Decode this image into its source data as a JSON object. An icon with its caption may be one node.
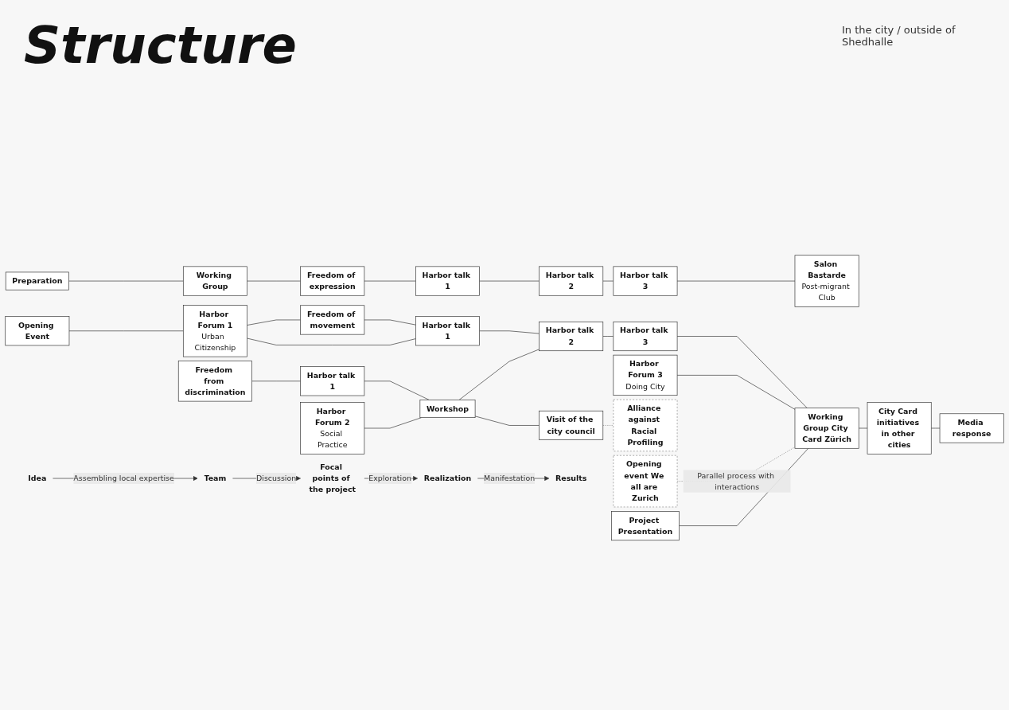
{
  "diagram": {
    "title": "Structure",
    "nodes": [
      {
        "text": [
          "Opening event We all are Zurich"
        ]
      },
      {
        "text": [
          "Opening Event"
        ]
      },
      {
        "text": [
          "Harbor Forum 1",
          "Urban  Citizenship"
        ]
      },
      {
        "text": [
          "Harbor Forum 2",
          "Social Practice"
        ]
      },
      {
        "text": [
          "Harbor Forum 3",
          "Doing City"
        ]
      },
      {
        "text": [
          "Project Presentation"
        ]
      },
      {
        "text": [
          "Freedom from discrimination"
        ]
      },
      {
        "text": [
          "Harbor talk 1"
        ]
      },
      {
        "text": [
          "Workshop"
        ]
      },
      {
        "text": [
          "Visit of the city council"
        ]
      },
      {
        "text": [
          "Alliance against Racial Profiling"
        ]
      },
      {
        "text": [
          "Preparation"
        ]
      },
      {
        "text": [
          "Working Group"
        ]
      },
      {
        "text": [
          "Freedom of expression"
        ]
      },
      {
        "text": [
          "Harbor talk 1"
        ]
      },
      {
        "text": [
          "Harbor talk 2"
        ]
      },
      {
        "text": [
          "Harbor talk 3"
        ]
      },
      {
        "text": [
          "Salon Bastarde",
          "Post-migrant Club"
        ]
      },
      {
        "text": [
          "Freedom of movement"
        ]
      },
      {
        "text": [
          "Harbor talk 1"
        ]
      },
      {
        "text": [
          "Harbor talk 2"
        ]
      },
      {
        "text": [
          "Harbor talk 3"
        ]
      },
      {
        "text": [
          "Working Group City Card Zürich"
        ]
      },
      {
        "text": [
          "City Card initiatives in other cities"
        ]
      },
      {
        "text": [
          "Media response"
        ]
      },
      {
        "text": [
          "Idea"
        ]
      },
      {
        "text": [
          "Team"
        ]
      },
      {
        "text": [
          "Focal points of the project"
        ]
      },
      {
        "text": [
          "Realization"
        ]
      },
      {
        "text": [
          "Results"
        ]
      }
    ],
    "edges": [
      {
        "from": 1,
        "to": 2,
        "arrow": "none"
      },
      {
        "from": 11,
        "to": 12,
        "arrow": "none"
      },
      {
        "from": 12,
        "to": 13,
        "arrow": "none"
      },
      {
        "from": 6,
        "to": 7,
        "arrow": "none"
      },
      {
        "from": 7,
        "to": 8,
        "arrow": "none"
      },
      {
        "from": 8,
        "to": 9,
        "arrow": "none"
      },
      {
        "from": 9,
        "to": 10,
        "arrow": "none",
        "style": "dashed"
      },
      {
        "from": 13,
        "to": 14,
        "arrow": "none"
      },
      {
        "from": 14,
        "to": 15,
        "arrow": "none"
      },
      {
        "from": 15,
        "to": 16,
        "arrow": "none"
      },
      {
        "from": 16,
        "to": 17,
        "arrow": "none"
      },
      {
        "from": 18,
        "to": 19,
        "arrow": "none"
      },
      {
        "from": 19,
        "to": 20,
        "arrow": "none"
      },
      {
        "from": 20,
        "to": 21,
        "arrow": "none"
      },
      {
        "from": 21,
        "to": 22,
        "arrow": "none"
      },
      {
        "from": 22,
        "to": 23,
        "arrow": "none"
      },
      {
        "from": 23,
        "to": 24,
        "arrow": "none"
      },
      {
        "from": 2,
        "to": 18,
        "arrow": "none"
      },
      {
        "from": 2,
        "to": 19,
        "arrow": "none"
      },
      {
        "from": 3,
        "to": 8,
        "arrow": "none"
      },
      {
        "from": 8,
        "to": 20,
        "arrow": "none"
      },
      {
        "from": 4,
        "to": 22,
        "arrow": "none"
      },
      {
        "from": 0,
        "to": 22,
        "arrow": "none",
        "style": "dashed",
        "label": "Parallel process with interactions"
      },
      {
        "from": 5,
        "to": 22,
        "arrow": "none"
      },
      {
        "from": 25,
        "to": 26,
        "arrow": "to",
        "label": "Assembling local expertise"
      },
      {
        "from": 26,
        "to": 27,
        "arrow": "to",
        "label": "Discussion"
      },
      {
        "from": 27,
        "to": 28,
        "arrow": "to",
        "label": "Exploration"
      },
      {
        "from": 28,
        "to": 29,
        "arrow": "to",
        "label": "Manifestation"
      }
    ],
    "labels": [
      "In the city / outside of Shedhalle"
    ]
  }
}
